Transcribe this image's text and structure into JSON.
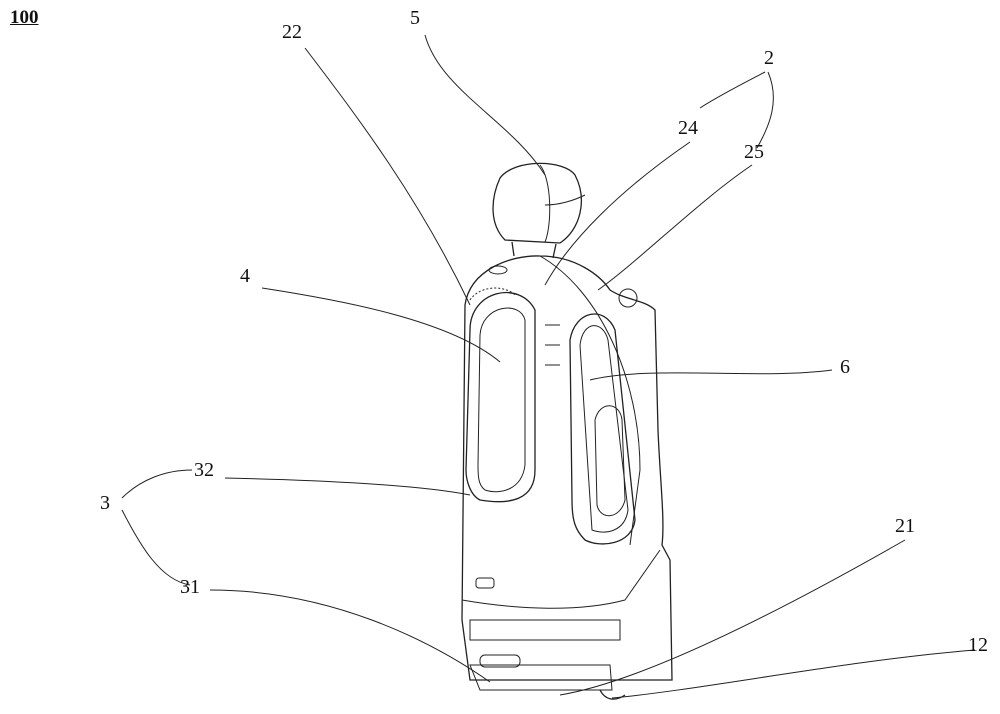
{
  "figure_number": "100",
  "labels": {
    "head": "5",
    "body": "2",
    "speaker_grille": "22",
    "front_shell": "24",
    "back_shell": "25",
    "left_arm": "4",
    "right_arm": "6",
    "base": "3",
    "base_upper": "32",
    "base_lower": "31",
    "bottom_part": "21",
    "wheel": "12"
  }
}
